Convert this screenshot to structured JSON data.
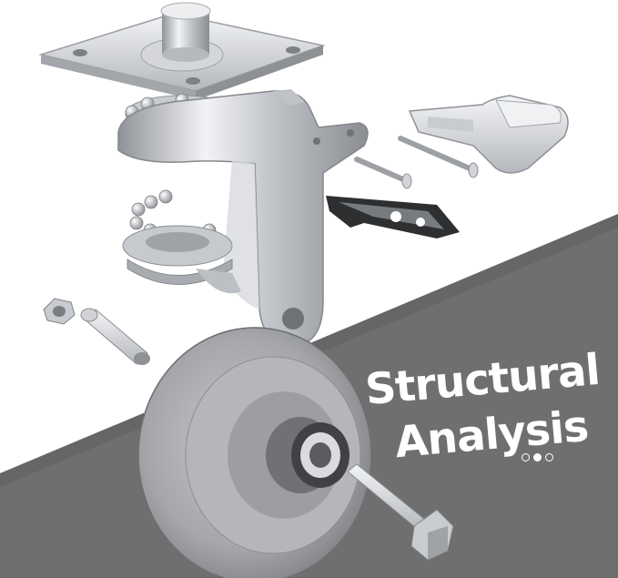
{
  "headline": {
    "line1": "Structural",
    "line2": "Analysis"
  },
  "colors": {
    "band": "#6e6f6e",
    "band_dark": "#5d5e5d",
    "metal_light": "#e6e7ea",
    "metal_mid": "#b9bcc1",
    "metal_dark": "#8e9197",
    "wheel": "#a9abae",
    "text": "#ffffff"
  },
  "indicator": {
    "dots": 3,
    "active": 1
  }
}
